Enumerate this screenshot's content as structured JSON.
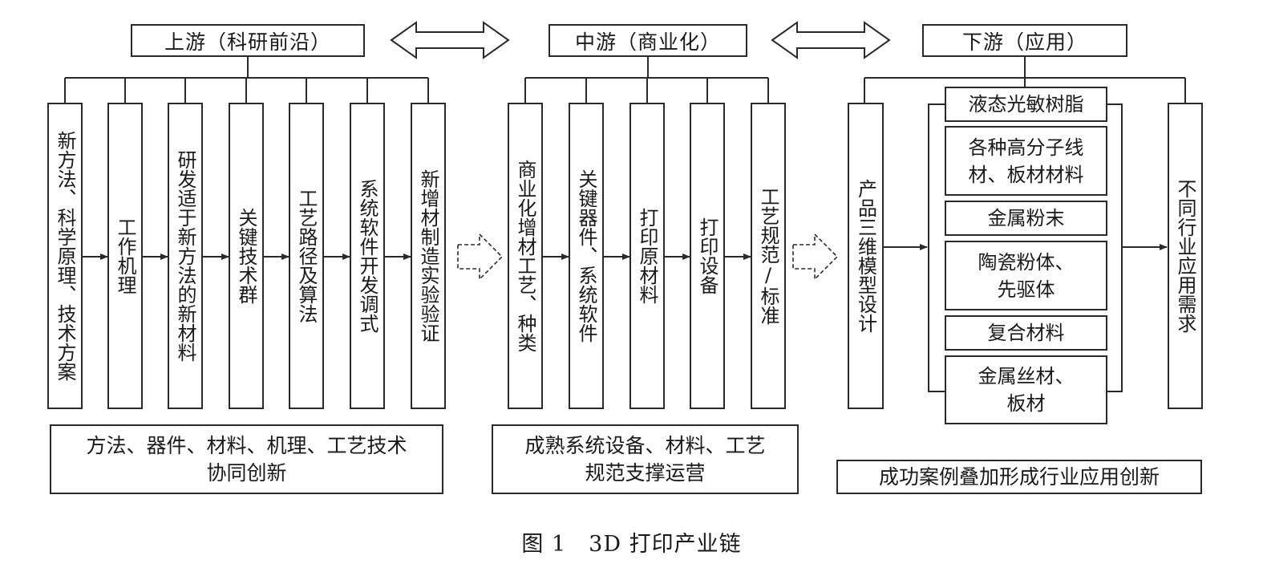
{
  "upstream": {
    "title": "上游（科研前沿）",
    "items": [
      "新方法、科学原理、技术方案",
      "工作机理",
      "研发适于新方法的新材料",
      "关键技术群",
      "工艺路径及算法",
      "系统软件开发调式",
      "新增材制造实验验证"
    ],
    "summary": "方法、器件、材料、机理、工艺技术\n协同创新"
  },
  "midstream": {
    "title": "中游（商业化）",
    "items": [
      "商业化增材工艺、种类",
      "关键器件、系统软件",
      "打印原材料",
      "打印设备",
      "工艺规范/标准"
    ],
    "summary": "成熟系统设备、材料、工艺\n规范支撑运营"
  },
  "downstream": {
    "title": "下游（应用）",
    "model": "产品三维模型设计",
    "materials": [
      "液态光敏树脂",
      "各种高分子线\n材、板材材料",
      "金属粉末",
      "陶瓷粉体、\n先驱体",
      "复合材料",
      "金属丝材、\n板材"
    ],
    "application": "不同行业应用需求",
    "summary": "成功案例叠加形成行业应用创新"
  },
  "caption": "图 1　3D 打印产业链",
  "colors": {
    "line": "#2a2a2a",
    "text": "#1a1a1a",
    "background": "#ffffff"
  }
}
